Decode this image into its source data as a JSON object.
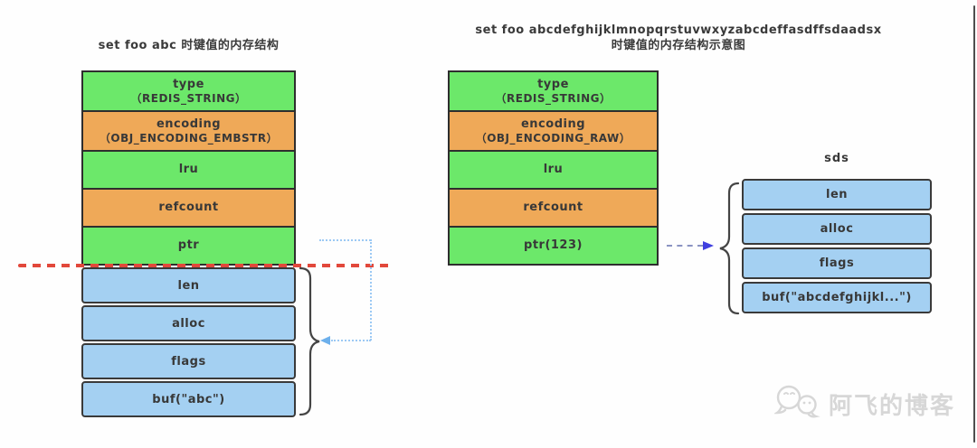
{
  "left_diagram": {
    "title": "set foo abc 时键值的内存结构",
    "robj_rows": [
      {
        "label": "type",
        "sublabel": "（REDIS_STRING）",
        "color": "green"
      },
      {
        "label": "encoding",
        "sublabel": "（OBJ_ENCODING_EMBSTR）",
        "color": "orange"
      },
      {
        "label": "lru",
        "color": "green"
      },
      {
        "label": "refcount",
        "color": "orange"
      },
      {
        "label": "ptr",
        "color": "green"
      }
    ],
    "sds_rows": [
      "len",
      "alloc",
      "flags",
      "buf(\"abc\")"
    ]
  },
  "right_diagram": {
    "title_line1": "set foo abcdefghijklmnopqrstuvwxyzabcdeffasdffsdaadsx",
    "title_line2": "时键值的内存结构示意图",
    "robj_rows": [
      {
        "label": "type",
        "sublabel": "（REDIS_STRING）",
        "color": "green"
      },
      {
        "label": "encoding",
        "sublabel": "（OBJ_ENCODING_RAW）",
        "color": "orange"
      },
      {
        "label": "lru",
        "color": "green"
      },
      {
        "label": "refcount",
        "color": "orange"
      },
      {
        "label": "ptr(123)",
        "color": "green"
      }
    ],
    "sds_label": "sds",
    "sds_rows": [
      "len",
      "alloc",
      "flags",
      "buf(\"abcdefghijkl...\")"
    ]
  },
  "watermark": {
    "text": "阿飞的博客",
    "icon": "wechat-bubbles-icon"
  },
  "colors": {
    "green": "#6ce86a",
    "orange": "#efa958",
    "blue": "#a4d0f2",
    "red": "#e2483b",
    "lightblue": "#9cc9f4",
    "lightblue_head": "#6db0ec",
    "arrowblue": "#4040e0"
  }
}
